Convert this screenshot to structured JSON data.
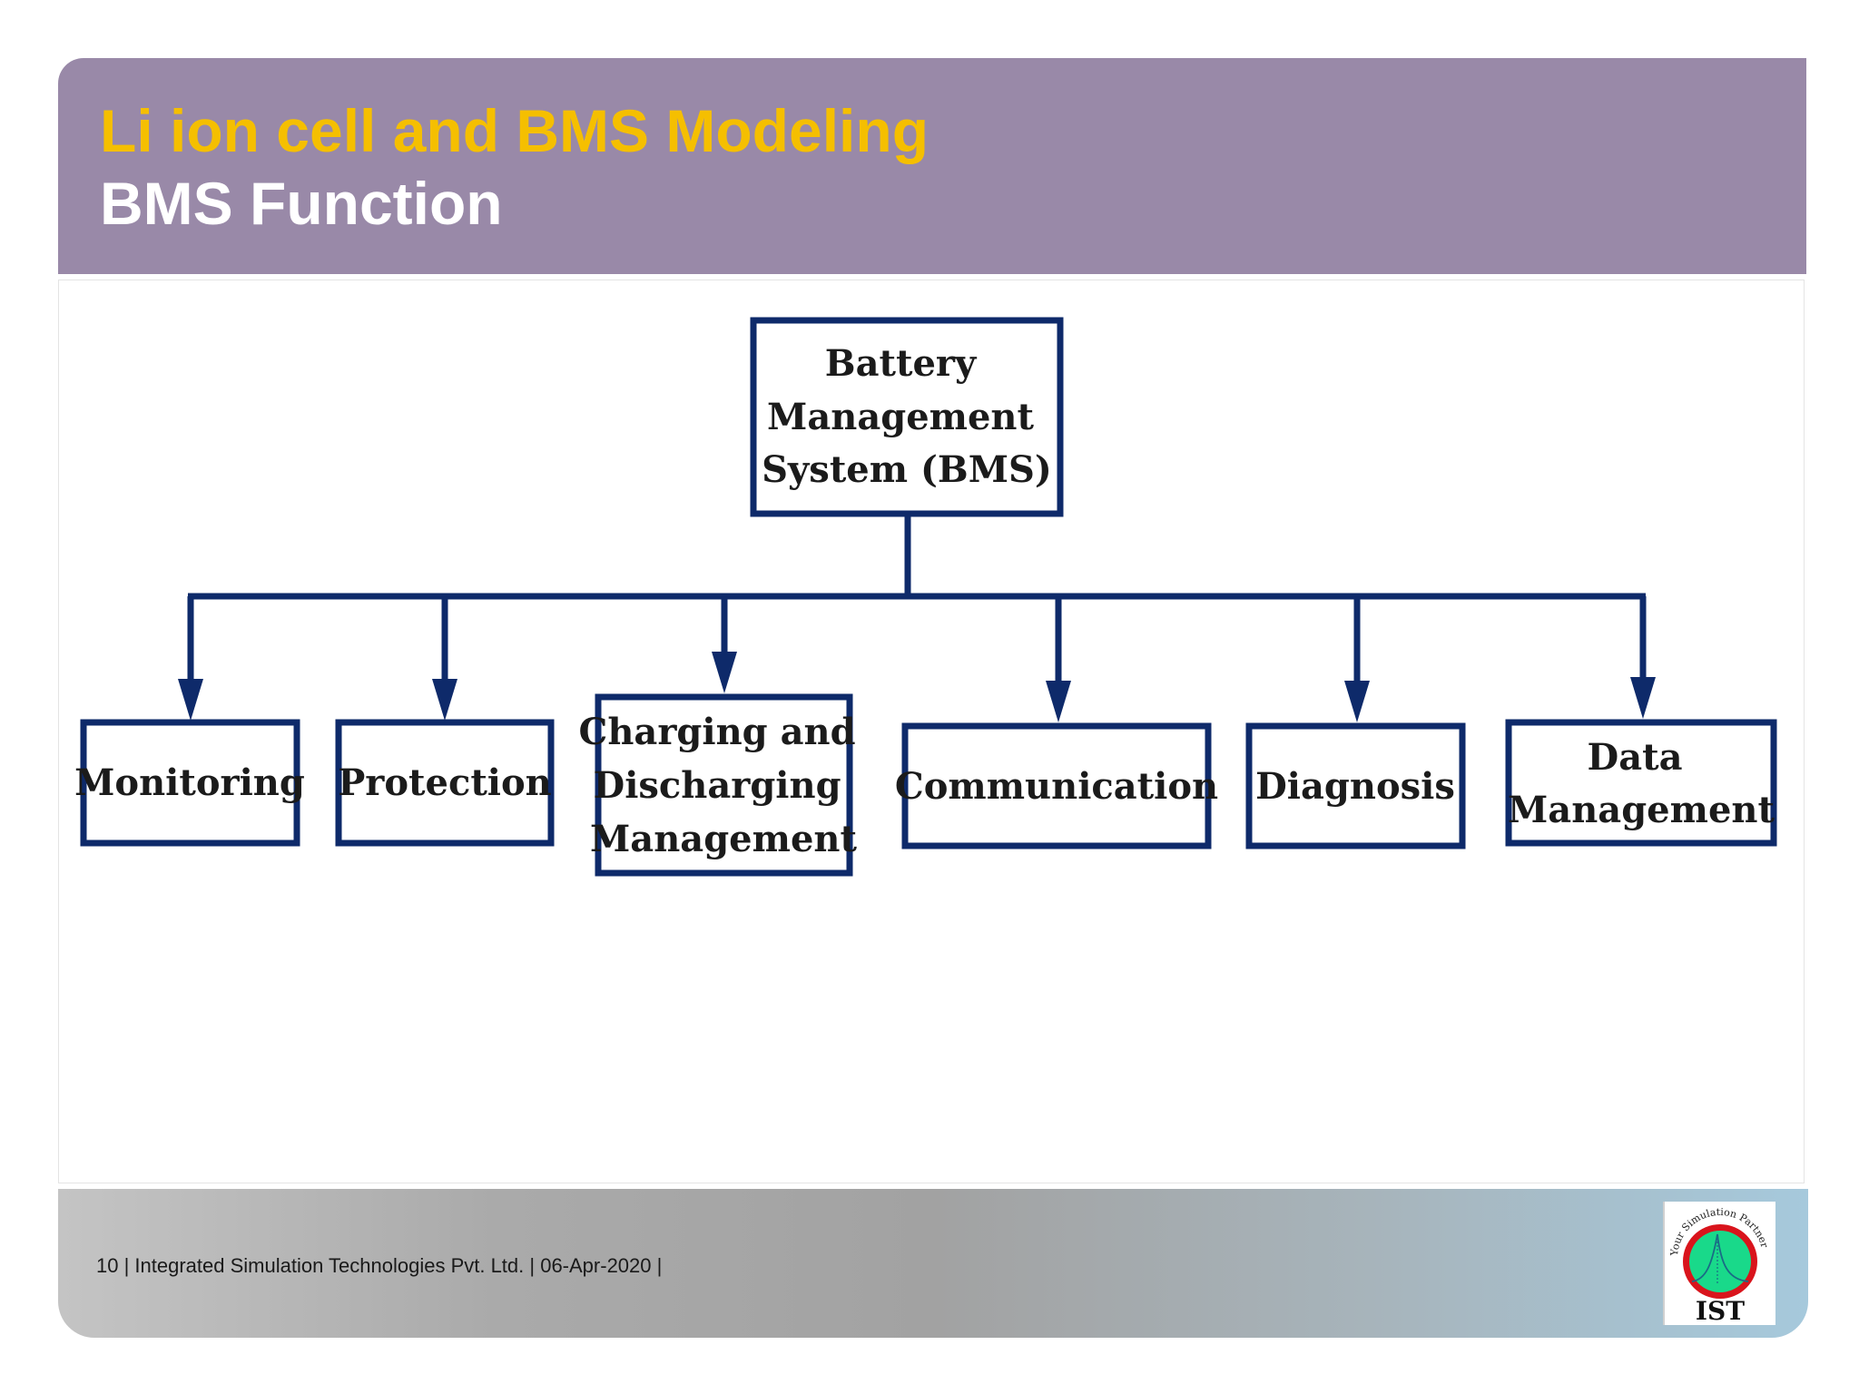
{
  "header": {
    "title": "Li ion cell and BMS Modeling",
    "subtitle": "BMS Function"
  },
  "diagram": {
    "root": {
      "lines": [
        "Battery",
        "Management",
        "System (BMS)"
      ]
    },
    "children": [
      {
        "lines": [
          "Monitoring"
        ]
      },
      {
        "lines": [
          "Protection"
        ]
      },
      {
        "lines": [
          "Charging and",
          "Discharging",
          "Management"
        ]
      },
      {
        "lines": [
          "Communication"
        ]
      },
      {
        "lines": [
          "Diagnosis"
        ]
      },
      {
        "lines": [
          "Data",
          "Management"
        ]
      }
    ]
  },
  "footer": {
    "text": "10 | Integrated Simulation Technologies Pvt. Ltd. | 06-Apr-2020 |"
  },
  "logo": {
    "top_text": "Your Simulation Partner",
    "bottom_text": "IST",
    "ring_color": "#d9141c",
    "inner_color": "#19d98a"
  }
}
